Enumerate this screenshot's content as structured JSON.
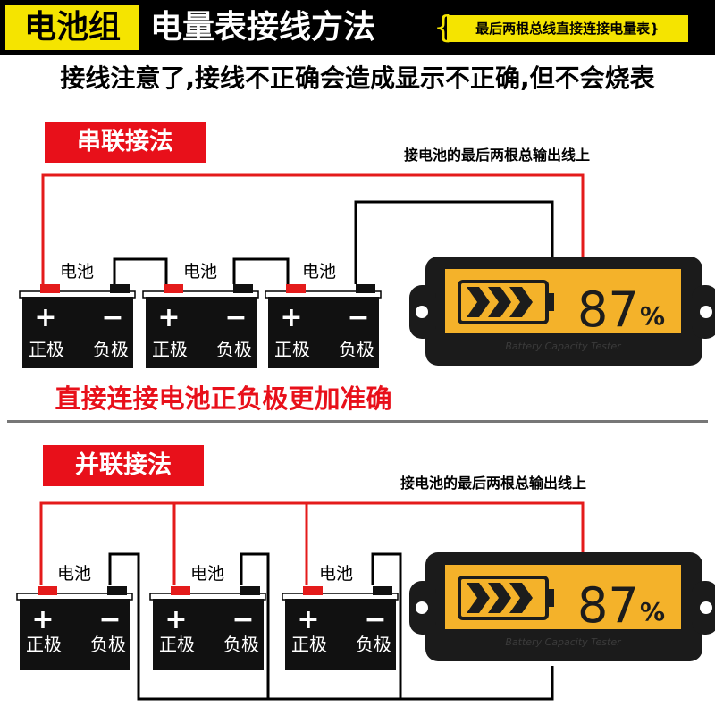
{
  "header": {
    "badge": "电池组",
    "title": "电量表接线方法",
    "brace": "{",
    "note": "最后两根总线直接连接电量表}"
  },
  "warning": "接线注意了,接线不正确会造成显示不正确,但不会烧表",
  "series_section": {
    "label": "串联接法",
    "note": "接电池的最后两根总输出线上"
  },
  "middle_note": "直接连接电池正负极更加准确",
  "parallel_section": {
    "label": "并联接法",
    "note": "接电池的最后两根总输出线上"
  },
  "battery": {
    "name": "电池",
    "plus": "+",
    "minus": "−",
    "pos_label": "正极",
    "neg_label": "负极"
  },
  "meter": {
    "reading": "87",
    "unit": "%",
    "caption": "Battery Capacity Tester"
  },
  "colors": {
    "accent_red": "#e8101a",
    "accent_yellow": "#f5e400",
    "lcd_yellow": "#f4b22a",
    "wire_red": "#e41b1b",
    "wire_black": "#000000"
  }
}
